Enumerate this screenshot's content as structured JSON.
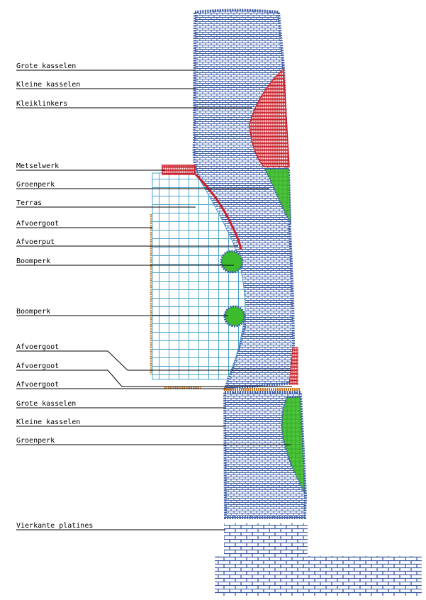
{
  "labels": {
    "grote_kasselen_1": "Grote kasselen",
    "kleine_kasselen_1": "Kleine kasselen",
    "kleiklinkers": "Kleiklinkers",
    "metselwerk": "Metselwerk",
    "groenperk_1": "Groenperk",
    "terras": "Terras",
    "afvoergoot_1": "Afvoergoot",
    "afvoerput": "Afvoerput",
    "boomperk_1": "Boomperk",
    "boomperk_2": "Boomperk",
    "afvoergoot_2": "Afvoergoot",
    "afvoergoot_3": "Afvoergoot",
    "afvoergoot_4": "Afvoergoot",
    "grote_kasselen_2": "Grote kasselen",
    "kleine_kasselen_2": "Kleine kasselen",
    "groenperk_2": "Groenperk",
    "vierkante_platines": "Vierkante platines"
  },
  "colors": {
    "cobble_blue": "#3f5fa8",
    "klinker_red": "#c8202a",
    "groen": "#3cbc2c",
    "terras_grid": "#4aa3c8",
    "goot_orange": "#c87820",
    "platines_blue": "#3a55a0",
    "leader_black": "#000000"
  }
}
